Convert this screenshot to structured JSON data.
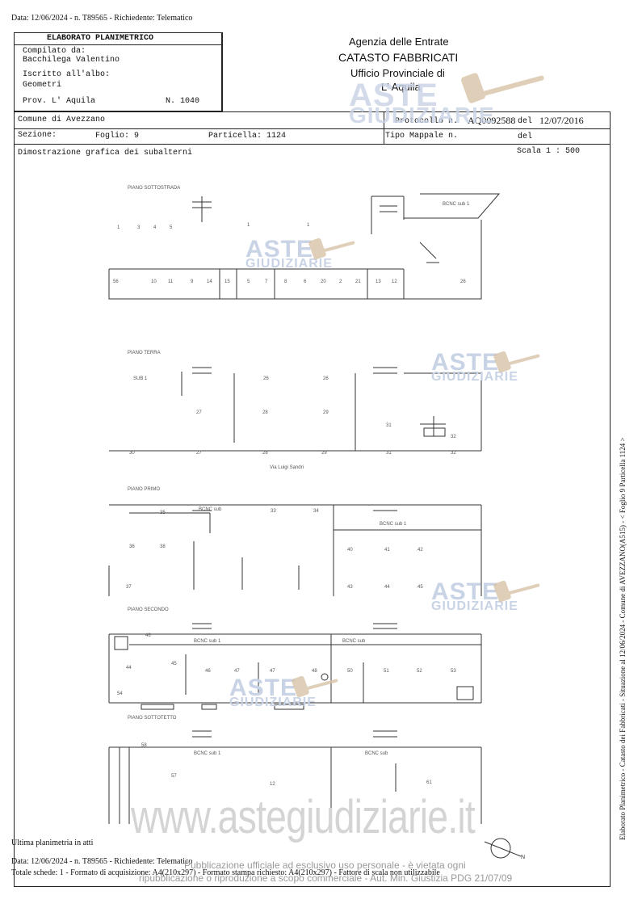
{
  "header_line": "Data: 12/06/2024 - n. T89565 - Richiedente: Telematico",
  "title_box": {
    "title": "ELABORATO PLANIMETRICO",
    "compilato_label": "Compilato da:",
    "compilato_value": "Bacchilega Valentino",
    "iscritto_label": "Iscritto all'albo:",
    "iscritto_value": "Geometri",
    "prov_label": "Prov. L' Aquila",
    "numero": "N. 1040"
  },
  "agency": {
    "line1": "Agenzia delle Entrate",
    "line2": "CATASTO FABBRICATI",
    "line3": "Ufficio Provinciale di",
    "line4": "L' Aquila"
  },
  "info_row": {
    "comune": "Comune di Avezzano",
    "protocollo_label": "Protocollo n.",
    "protocollo_value": "AQ0092588",
    "del_label": "del",
    "del_value": "12/07/2016",
    "sezione_label": "Sezione:",
    "foglio": "Foglio: 9",
    "particella": "Particella: 1124",
    "tipo_mappale": "Tipo Mappale n.",
    "del2": "del"
  },
  "drawing": {
    "caption": "Dimostrazione grafica dei subalterni",
    "scale": "Scala 1 : 500",
    "floors": [
      "PIANO SOTTOSTRADA",
      "PIANO TERRA",
      "PIANO PRIMO",
      "PIANO SECONDO",
      "PIANO SOTTOTETTO"
    ],
    "street_label": "Via Luigi Sandri",
    "side_text": "Elaborato Planimetrico - Catasto dei Fabbricati - Situazione al 12/06/2024 - Comune di AVEZZANO(A515) - < Foglio 9 Particella 1124 >"
  },
  "watermarks": {
    "aste": "ASTE",
    "giudiziarie": "GIUDIZIARIE",
    "site": "www.astegiudiziarie.it",
    "notice1": "Pubblicazione ufficiale ad esclusivo uso personale - è vietata ogni",
    "notice2": "ripubblicazione o riproduzione a scopo commerciale - Aut. Min. Giustizia PDG 21/07/09"
  },
  "footer": {
    "ultima": "Ultima planimetria in atti",
    "data_line": "Data: 12/06/2024 - n. T89565 - Richiedente: Telematico",
    "totale_line": "Totale schede: 1 - Formato di acquisizione: A4(210x297) - Formato stampa richiesto: A4(210x297) - Fattore di scala non utilizzabile"
  },
  "north": "N"
}
